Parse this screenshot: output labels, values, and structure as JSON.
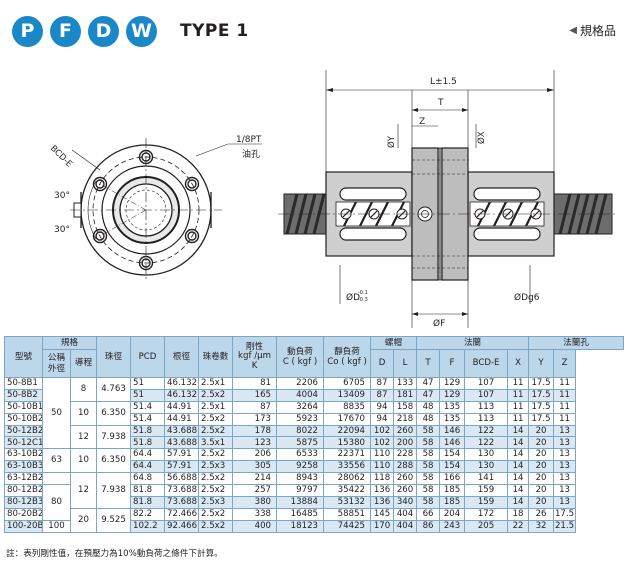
{
  "header": {
    "badges": [
      "P",
      "F",
      "D",
      "W"
    ],
    "type_title": "TYPE 1",
    "nav_link": "規格品"
  },
  "drawing": {
    "flange_labels": {
      "bcd": "BCD-E",
      "pt": "1/8PT",
      "oil": "油孔",
      "angle_top": "30°",
      "angle_bottom": "30°"
    },
    "side_labels": {
      "l": "L±1.5",
      "t": "T",
      "z": "Z",
      "y": "ØY",
      "x": "ØX",
      "d": "ØD",
      "d_tol_upper": "-0.1",
      "d_tol_lower": "-0.3",
      "f": "ØF",
      "dg": "ØDg6"
    }
  },
  "table": {
    "headers": {
      "model": "型號",
      "spec": "規格",
      "nominal_dia": "公稱外徑",
      "lead": "導程",
      "ball_dia": "珠徑",
      "pcd": "PCD",
      "root_dia": "根徑",
      "circuits": "珠卷數",
      "stiffness": "剛性kgf /μm K",
      "dyn_load": "動負荷C ( kgf )",
      "static_load": "靜負荷Co ( kgf )",
      "nut": "螺帽",
      "flange": "法蘭",
      "flange_hole": "法蘭孔",
      "D": "D",
      "L": "L",
      "T": "T",
      "F": "F",
      "BCDE": "BCD-E",
      "X": "X",
      "Y": "Y",
      "Z": "Z"
    },
    "groups": [
      {
        "dia": "50",
        "leads": [
          {
            "lead": "8",
            "ball": "4.763",
            "rows": [
              {
                "model": "50-8B1",
                "pcd": "51",
                "root": "46.132",
                "circ": "2.5x1",
                "k": "81",
                "c": "2206",
                "co": "6705",
                "D": "87",
                "L": "133",
                "T": "47",
                "F": "129",
                "BCDE": "107",
                "X": "11",
                "Y": "17.5",
                "Z": "11"
              },
              {
                "model": "50-8B2",
                "pcd": "51",
                "root": "46.132",
                "circ": "2.5x2",
                "k": "165",
                "c": "4004",
                "co": "13409",
                "D": "87",
                "L": "181",
                "T": "47",
                "F": "129",
                "BCDE": "107",
                "X": "11",
                "Y": "17.5",
                "Z": "11"
              }
            ]
          },
          {
            "lead": "10",
            "ball": "6.350",
            "rows": [
              {
                "model": "50-10B1",
                "pcd": "51.4",
                "root": "44.91",
                "circ": "2.5x1",
                "k": "87",
                "c": "3264",
                "co": "8835",
                "D": "94",
                "L": "158",
                "T": "48",
                "F": "135",
                "BCDE": "113",
                "X": "11",
                "Y": "17.5",
                "Z": "11"
              },
              {
                "model": "50-10B2",
                "pcd": "51.4",
                "root": "44.91",
                "circ": "2.5x2",
                "k": "173",
                "c": "5923",
                "co": "17670",
                "D": "94",
                "L": "218",
                "T": "48",
                "F": "135",
                "BCDE": "113",
                "X": "11",
                "Y": "17.5",
                "Z": "11"
              }
            ]
          },
          {
            "lead": "12",
            "ball": "7.938",
            "rows": [
              {
                "model": "50-12B2",
                "pcd": "51.8",
                "root": "43.688",
                "circ": "2.5x2",
                "k": "178",
                "c": "8022",
                "co": "22094",
                "D": "102",
                "L": "260",
                "T": "58",
                "F": "146",
                "BCDE": "122",
                "X": "14",
                "Y": "20",
                "Z": "13"
              },
              {
                "model": "50-12C1",
                "pcd": "51.8",
                "root": "43.688",
                "circ": "3.5x1",
                "k": "123",
                "c": "5875",
                "co": "15380",
                "D": "102",
                "L": "200",
                "T": "58",
                "F": "146",
                "BCDE": "122",
                "X": "14",
                "Y": "20",
                "Z": "13"
              }
            ]
          }
        ]
      },
      {
        "dia": "63",
        "leads": [
          {
            "lead": "10",
            "ball": "6.350",
            "rows": [
              {
                "model": "63-10B2",
                "pcd": "64.4",
                "root": "57.91",
                "circ": "2.5x2",
                "k": "206",
                "c": "6533",
                "co": "22371",
                "D": "110",
                "L": "228",
                "T": "58",
                "F": "154",
                "BCDE": "130",
                "X": "14",
                "Y": "20",
                "Z": "13"
              },
              {
                "model": "63-10B3",
                "pcd": "64.4",
                "root": "57.91",
                "circ": "2.5x3",
                "k": "305",
                "c": "9258",
                "co": "33556",
                "D": "110",
                "L": "288",
                "T": "58",
                "F": "154",
                "BCDE": "130",
                "X": "14",
                "Y": "20",
                "Z": "13"
              }
            ]
          }
        ]
      },
      {
        "dia": "",
        "leads": [
          {
            "lead": "12",
            "ball": "7.938",
            "rows": [
              {
                "model": "63-12B2",
                "pcd": "64.8",
                "root": "56.688",
                "circ": "2.5x2",
                "k": "214",
                "c": "8943",
                "co": "28062",
                "D": "118",
                "L": "260",
                "T": "58",
                "F": "166",
                "BCDE": "141",
                "X": "14",
                "Y": "20",
                "Z": "13"
              },
              {
                "model": "80-12B2",
                "pcd": "81.8",
                "root": "73.688",
                "circ": "2.5x2",
                "k": "257",
                "c": "9797",
                "co": "35422",
                "D": "136",
                "L": "260",
                "T": "58",
                "F": "185",
                "BCDE": "159",
                "X": "14",
                "Y": "20",
                "Z": "13"
              },
              {
                "model": "80-12B3",
                "pcd": "81.8",
                "root": "73.688",
                "circ": "2.5x3",
                "k": "380",
                "c": "13884",
                "co": "53132",
                "D": "136",
                "L": "340",
                "T": "58",
                "F": "185",
                "BCDE": "159",
                "X": "14",
                "Y": "20",
                "Z": "13"
              }
            ]
          }
        ]
      },
      {
        "dia": "80",
        "leads": []
      },
      {
        "dia": "",
        "leads": [
          {
            "lead": "20",
            "ball": "9.525",
            "rows": [
              {
                "model": "80-20B2",
                "pcd": "82.2",
                "root": "72.466",
                "circ": "2.5x2",
                "k": "338",
                "c": "16485",
                "co": "58851",
                "D": "145",
                "L": "404",
                "T": "66",
                "F": "204",
                "BCDE": "172",
                "X": "18",
                "Y": "26",
                "Z": "17.5"
              },
              {
                "model": "100-20B2",
                "pcd": "102.2",
                "root": "92.466",
                "circ": "2.5x2",
                "k": "400",
                "c": "18123",
                "co": "74425",
                "D": "170",
                "L": "404",
                "T": "86",
                "F": "243",
                "BCDE": "205",
                "X": "22",
                "Y": "32",
                "Z": "21.5"
              }
            ]
          }
        ]
      }
    ],
    "dia_100": "100"
  },
  "note": "註：表列剛性值，在預壓力為10%動負荷之條件下計算。",
  "colors": {
    "badge": "#1a87c8",
    "header_fill": "#bcd6ea",
    "row_shade": "#d9e8f3",
    "grid": "#7aa6c8"
  }
}
